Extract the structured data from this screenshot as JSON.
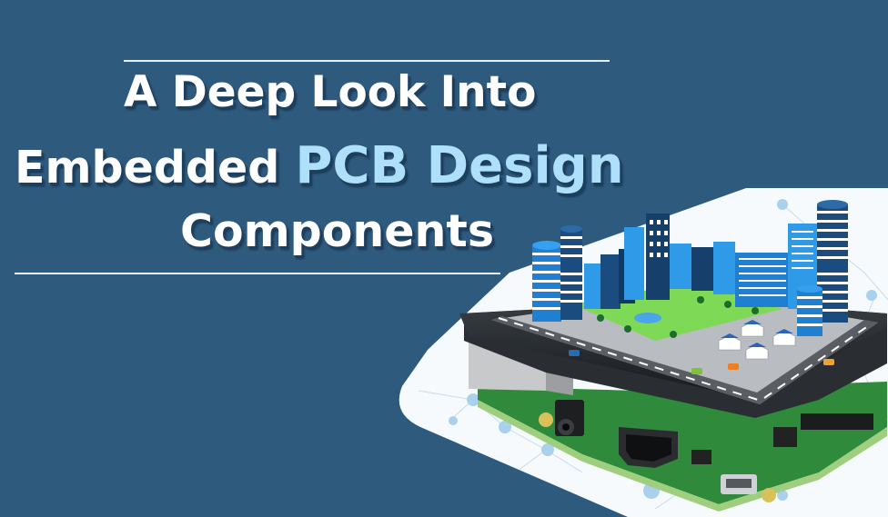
{
  "banner": {
    "title_line1": "A Deep Look Into",
    "title_line2_prefix": "Embedded ",
    "title_line2_accent": "PCB Design",
    "title_line3": "Components",
    "colors": {
      "background": "#2e5a7e",
      "title_text": "#ffffff",
      "accent_text": "#aee0fb",
      "rule": "#e8f2fa",
      "panel": "#ffffff",
      "pcb_green": "#2f8a3c",
      "building_blue": "#1f7fd1"
    }
  },
  "illustration": {
    "subject": "pcb-board-with-smart-city-on-display",
    "icons": [
      "network-node-pattern",
      "pcb-board",
      "display-screen",
      "city-buildings",
      "park",
      "road",
      "hdmi-port",
      "audio-jack",
      "micro-usb-port"
    ]
  }
}
